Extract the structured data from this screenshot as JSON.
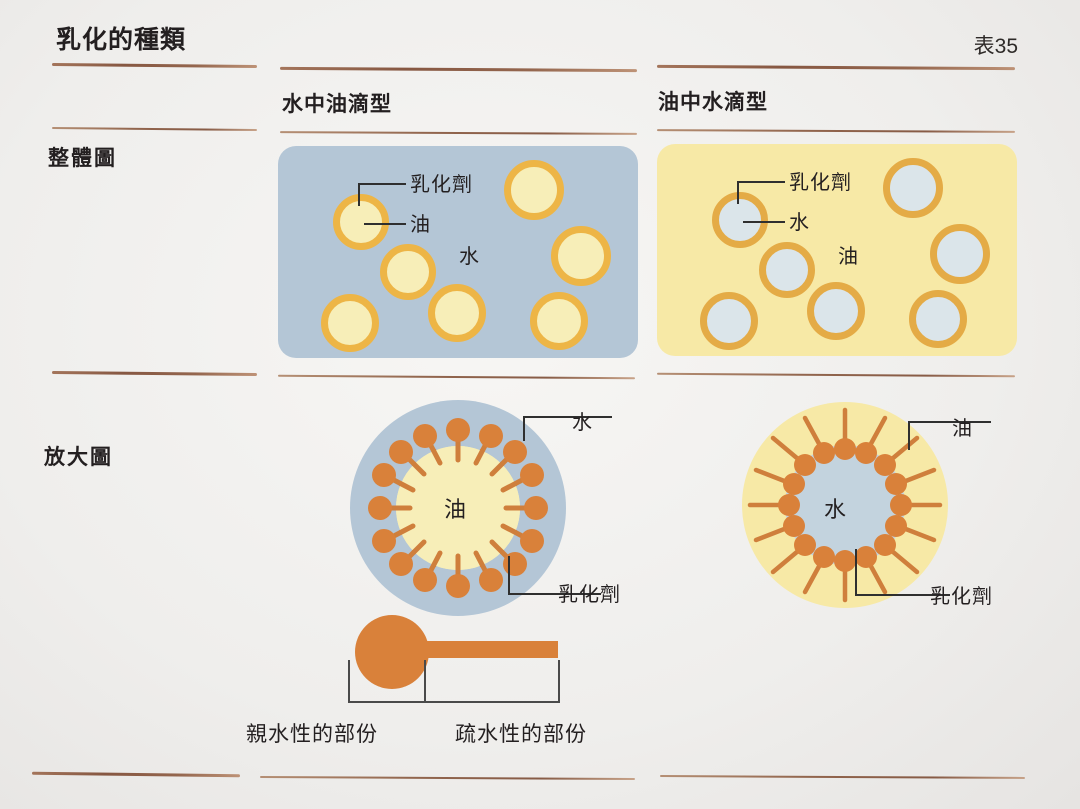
{
  "page": {
    "title": "乳化的種類",
    "table_number": "表35",
    "background_color": "#f1f0ee",
    "rule_color": "#7d4a33"
  },
  "columns": [
    {
      "id": "oil-in-water",
      "header": "水中油滴型"
    },
    {
      "id": "water-in-oil",
      "header": "油中水滴型"
    }
  ],
  "rows": [
    {
      "id": "overall",
      "label": "整體圖"
    },
    {
      "id": "magnified",
      "label": "放大圖"
    }
  ],
  "overall": {
    "oil_in_water": {
      "continuous_phase_label": "水",
      "droplet_label": "油",
      "emulsifier_label": "乳化劑",
      "continuous_color": "#b4c6d6",
      "droplet_fill": "#f7eeb8",
      "droplet_ring": "#edb546",
      "droplet_count": 7
    },
    "water_in_oil": {
      "continuous_phase_label": "油",
      "droplet_label": "水",
      "emulsifier_label": "乳化劑",
      "continuous_color": "#f7e9a6",
      "droplet_fill": "#dbe5ea",
      "droplet_ring": "#e4ab46",
      "droplet_count": 7
    }
  },
  "magnified": {
    "oil_in_water": {
      "outer_label": "水",
      "core_label": "油",
      "emulsifier_label": "乳化劑",
      "outer_color": "#b4c6d6",
      "core_color": "#f7eeb8",
      "emulsifier_color": "#d9813a",
      "emulsifier_count": 16
    },
    "water_in_oil": {
      "outer_label": "油",
      "core_label": "水",
      "emulsifier_label": "乳化劑",
      "outer_color": "#f7e9a6",
      "core_color": "#c3d3de",
      "emulsifier_color": "#d9813a",
      "emulsifier_count": 16
    }
  },
  "legend": {
    "hydrophilic_label": "親水性的部份",
    "hydrophobic_label": "疏水性的部份",
    "molecule_color": "#d9813a"
  }
}
